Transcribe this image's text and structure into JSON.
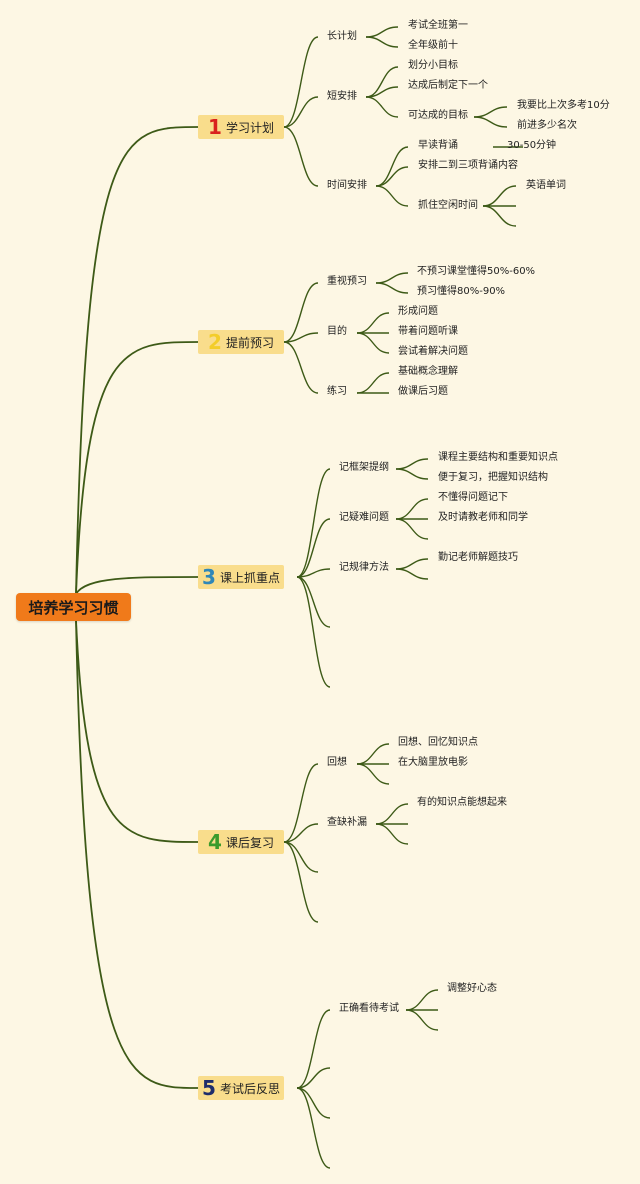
{
  "root": {
    "label": "培养学习习惯",
    "color": "#f07a1a"
  },
  "line_color": "#3d5a17",
  "branches": [
    {
      "num": "1",
      "num_color": "#d9211e",
      "label": "学习计划"
    },
    {
      "num": "2",
      "num_color": "#f3cd2a",
      "label": "提前预习"
    },
    {
      "num": "3",
      "num_color": "#2f87b8",
      "label": "课上抓重点"
    },
    {
      "num": "4",
      "num_color": "#3a9b2c",
      "label": "课后复习"
    },
    {
      "num": "5",
      "num_color": "#1e2d6b",
      "label": "考试后反思"
    }
  ],
  "nodes": {
    "b1_s1": "长计划",
    "b1_s1_l1": "考试全班第一",
    "b1_s1_l2": "全年级前十",
    "b1_s2": "短安排",
    "b1_s2_l1": "划分小目标",
    "b1_s2_l2": "达成后制定下一个",
    "b1_s2_l3": "可达成的目标",
    "b1_s2_l3_a": "我要比上次多考10分",
    "b1_s2_l3_b": "前进多少名次",
    "b1_s3": "时间安排",
    "b1_s3_l1": "早读背诵",
    "b1_s3_l1_a": "30-50分钟",
    "b1_s3_l2": "安排二到三项背诵内容",
    "b1_s3_l3": "抓住空闲时间",
    "b1_s3_l3_a": "英语单词",
    "b2_s1": "重视预习",
    "b2_s1_l1": "不预习课堂懂得50%-60%",
    "b2_s1_l2": "预习懂得80%-90%",
    "b2_s2": "目的",
    "b2_s2_l1": "形成问题",
    "b2_s2_l2": "带着问题听课",
    "b2_s2_l3": "尝试着解决问题",
    "b2_s3": "练习",
    "b2_s3_l1": "基础概念理解",
    "b2_s3_l2": "做课后习题",
    "b3_s1": "记框架提纲",
    "b3_s1_l1": "课程主要结构和重要知识点",
    "b3_s1_l2": "便于复习，把握知识结构",
    "b3_s2": "记疑难问题",
    "b3_s2_l1": "不懂得问题记下",
    "b3_s2_l2": "及时请教老师和同学",
    "b3_s3": "记规律方法",
    "b3_s3_l1": "勤记老师解题技巧",
    "b4_s1": "回想",
    "b4_s1_l1": "回想、回忆知识点",
    "b4_s1_l2": "在大脑里放电影",
    "b4_s2": "查缺补漏",
    "b4_s2_l1": "有的知识点能想起来",
    "b5_s1": "正确看待考试",
    "b5_s1_l1": "调整好心态"
  }
}
